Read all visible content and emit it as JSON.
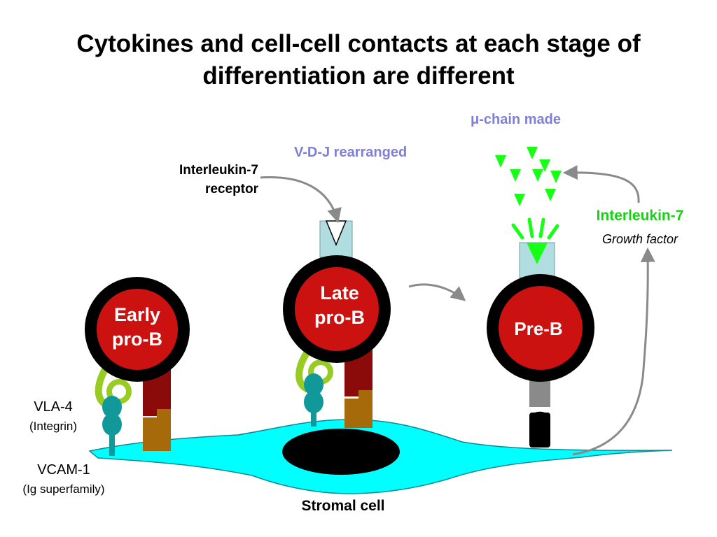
{
  "title": {
    "line1": "Cytokines and cell-cell contacts at each stage of",
    "line2": "differentiation are different"
  },
  "labels": {
    "il7_receptor_line1": "Interleukin-7",
    "il7_receptor_line2": "receptor",
    "vdj": "V-D-J rearranged",
    "mu_chain": "μ-chain made",
    "il7": "Interleukin-7",
    "growth_factor": "Growth factor",
    "vla4": "VLA-4",
    "integrin": "(Integrin)",
    "vcam1": "VCAM-1",
    "ig_superfamily": "(Ig superfamily)",
    "stromal_cell": "Stromal cell"
  },
  "cells": {
    "early_line1": "Early",
    "early_line2": "pro-B",
    "late_line1": "Late",
    "late_line2": "pro-B",
    "preb": "Pre-B"
  },
  "colors": {
    "cell_fill": "#cc1111",
    "cell_ring": "#000000",
    "stromal": "#00ffff",
    "receptor": "#b0dde0",
    "integrin": "#99cc22",
    "vcam": "#11999a",
    "contact_dark": "#8b0a0a",
    "contact_brown": "#a66a0a",
    "il7_green": "#17ff17",
    "arrow_gray": "#8a8a8a",
    "label_blue": "#7f7fd6"
  }
}
